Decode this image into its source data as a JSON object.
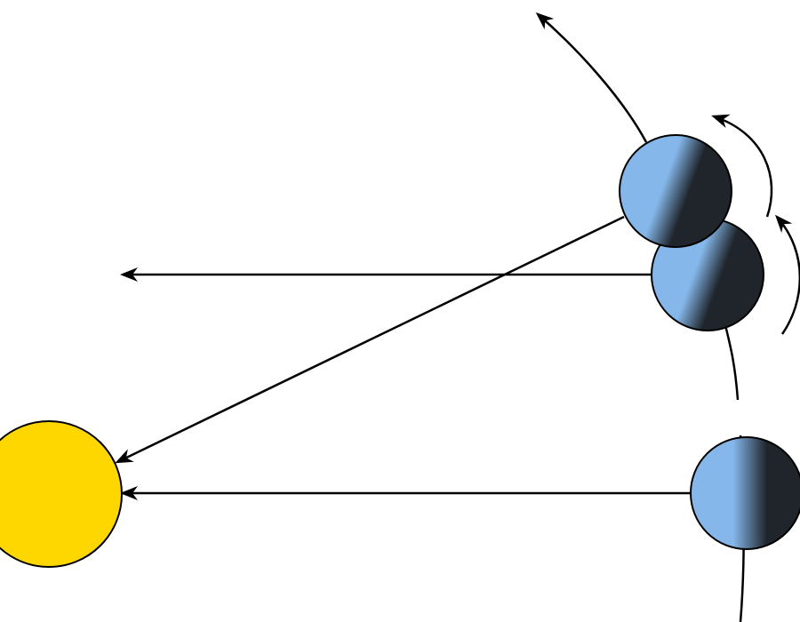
{
  "colors": {
    "background": "#ffffff",
    "sun_fill": "#ffd700",
    "planet_lit": "#85b7ea",
    "planet_dark": "#1f252b",
    "stroke": "#000000"
  },
  "elements": {
    "sun": "sun",
    "planets": [
      "planet-top",
      "planet-middle",
      "planet-bottom"
    ],
    "arrows": [
      "orbit-arrow",
      "rotation-arrow-upper",
      "rotation-arrow-lower",
      "sightline-top-to-sun",
      "sightline-middle-horizontal",
      "sightline-bottom-to-sun"
    ]
  }
}
